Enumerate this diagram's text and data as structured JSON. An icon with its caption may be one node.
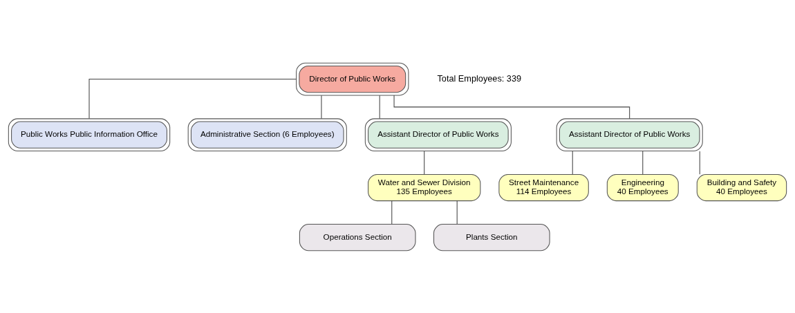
{
  "diagram": {
    "nodes": [
      {
        "text": [
          "Director of Public Works"
        ]
      },
      {
        "text": [
          "Public Works Public Information Office"
        ]
      },
      {
        "text": [
          "Administrative Section (6 Employees)"
        ]
      },
      {
        "text": [
          "Assistant Director of Public Works"
        ]
      },
      {
        "text": [
          "Assistant Director of Public Works"
        ]
      },
      {
        "text": [
          "Water and Sewer Division",
          "135 Employees"
        ]
      },
      {
        "text": [
          "Street Maintenance",
          "114 Employees"
        ]
      },
      {
        "text": [
          "Engineering",
          "40 Employees"
        ]
      },
      {
        "text": [
          "Building and Safety",
          "40 Employees"
        ]
      },
      {
        "text": [
          "Operations Section"
        ]
      },
      {
        "text": [
          "Plants Section"
        ]
      }
    ],
    "edges": [
      {
        "from": 0,
        "to": 1,
        "arrow": "none"
      },
      {
        "from": 0,
        "to": 2,
        "arrow": "none"
      },
      {
        "from": 0,
        "to": 3,
        "arrow": "none"
      },
      {
        "from": 0,
        "to": 4,
        "arrow": "none"
      },
      {
        "from": 3,
        "to": 5,
        "arrow": "none"
      },
      {
        "from": 4,
        "to": 6,
        "arrow": "none"
      },
      {
        "from": 4,
        "to": 7,
        "arrow": "none"
      },
      {
        "from": 4,
        "to": 8,
        "arrow": "none"
      },
      {
        "from": 5,
        "to": 9,
        "arrow": "none"
      },
      {
        "from": 5,
        "to": 10,
        "arrow": "none"
      }
    ],
    "labels": [
      "Total Employees: 339"
    ]
  }
}
